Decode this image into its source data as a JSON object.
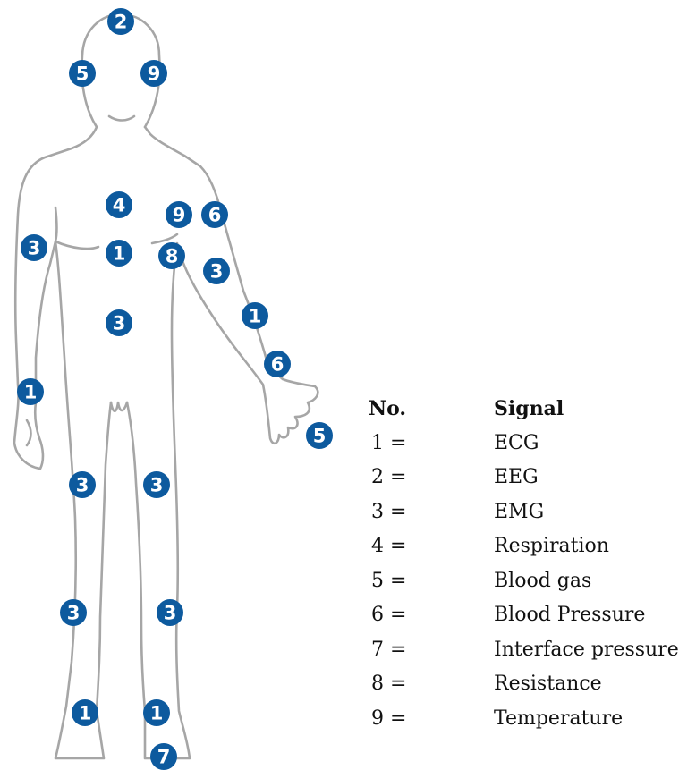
{
  "figure": {
    "outline_color": "#a6a6a6",
    "marker_color": "#0d5a9e",
    "markers": [
      "2",
      "5",
      "9",
      "4",
      "9",
      "6",
      "3",
      "1",
      "8",
      "3",
      "3",
      "1",
      "1",
      "6",
      "5",
      "3",
      "3",
      "3",
      "3",
      "1",
      "1",
      "7"
    ]
  },
  "legend": {
    "header_no": "No.",
    "header_signal": "Signal",
    "rows": [
      {
        "no": "1 =",
        "signal": "ECG"
      },
      {
        "no": "2 =",
        "signal": "EEG"
      },
      {
        "no": "3 =",
        "signal": "EMG"
      },
      {
        "no": "4 =",
        "signal": "Respiration"
      },
      {
        "no": "5 =",
        "signal": "Blood gas"
      },
      {
        "no": "6 =",
        "signal": "Blood Pressure"
      },
      {
        "no": "7 =",
        "signal": "Interface pressure"
      },
      {
        "no": "8 =",
        "signal": "Resistance"
      },
      {
        "no": "9 =",
        "signal": "Temperature"
      }
    ]
  }
}
